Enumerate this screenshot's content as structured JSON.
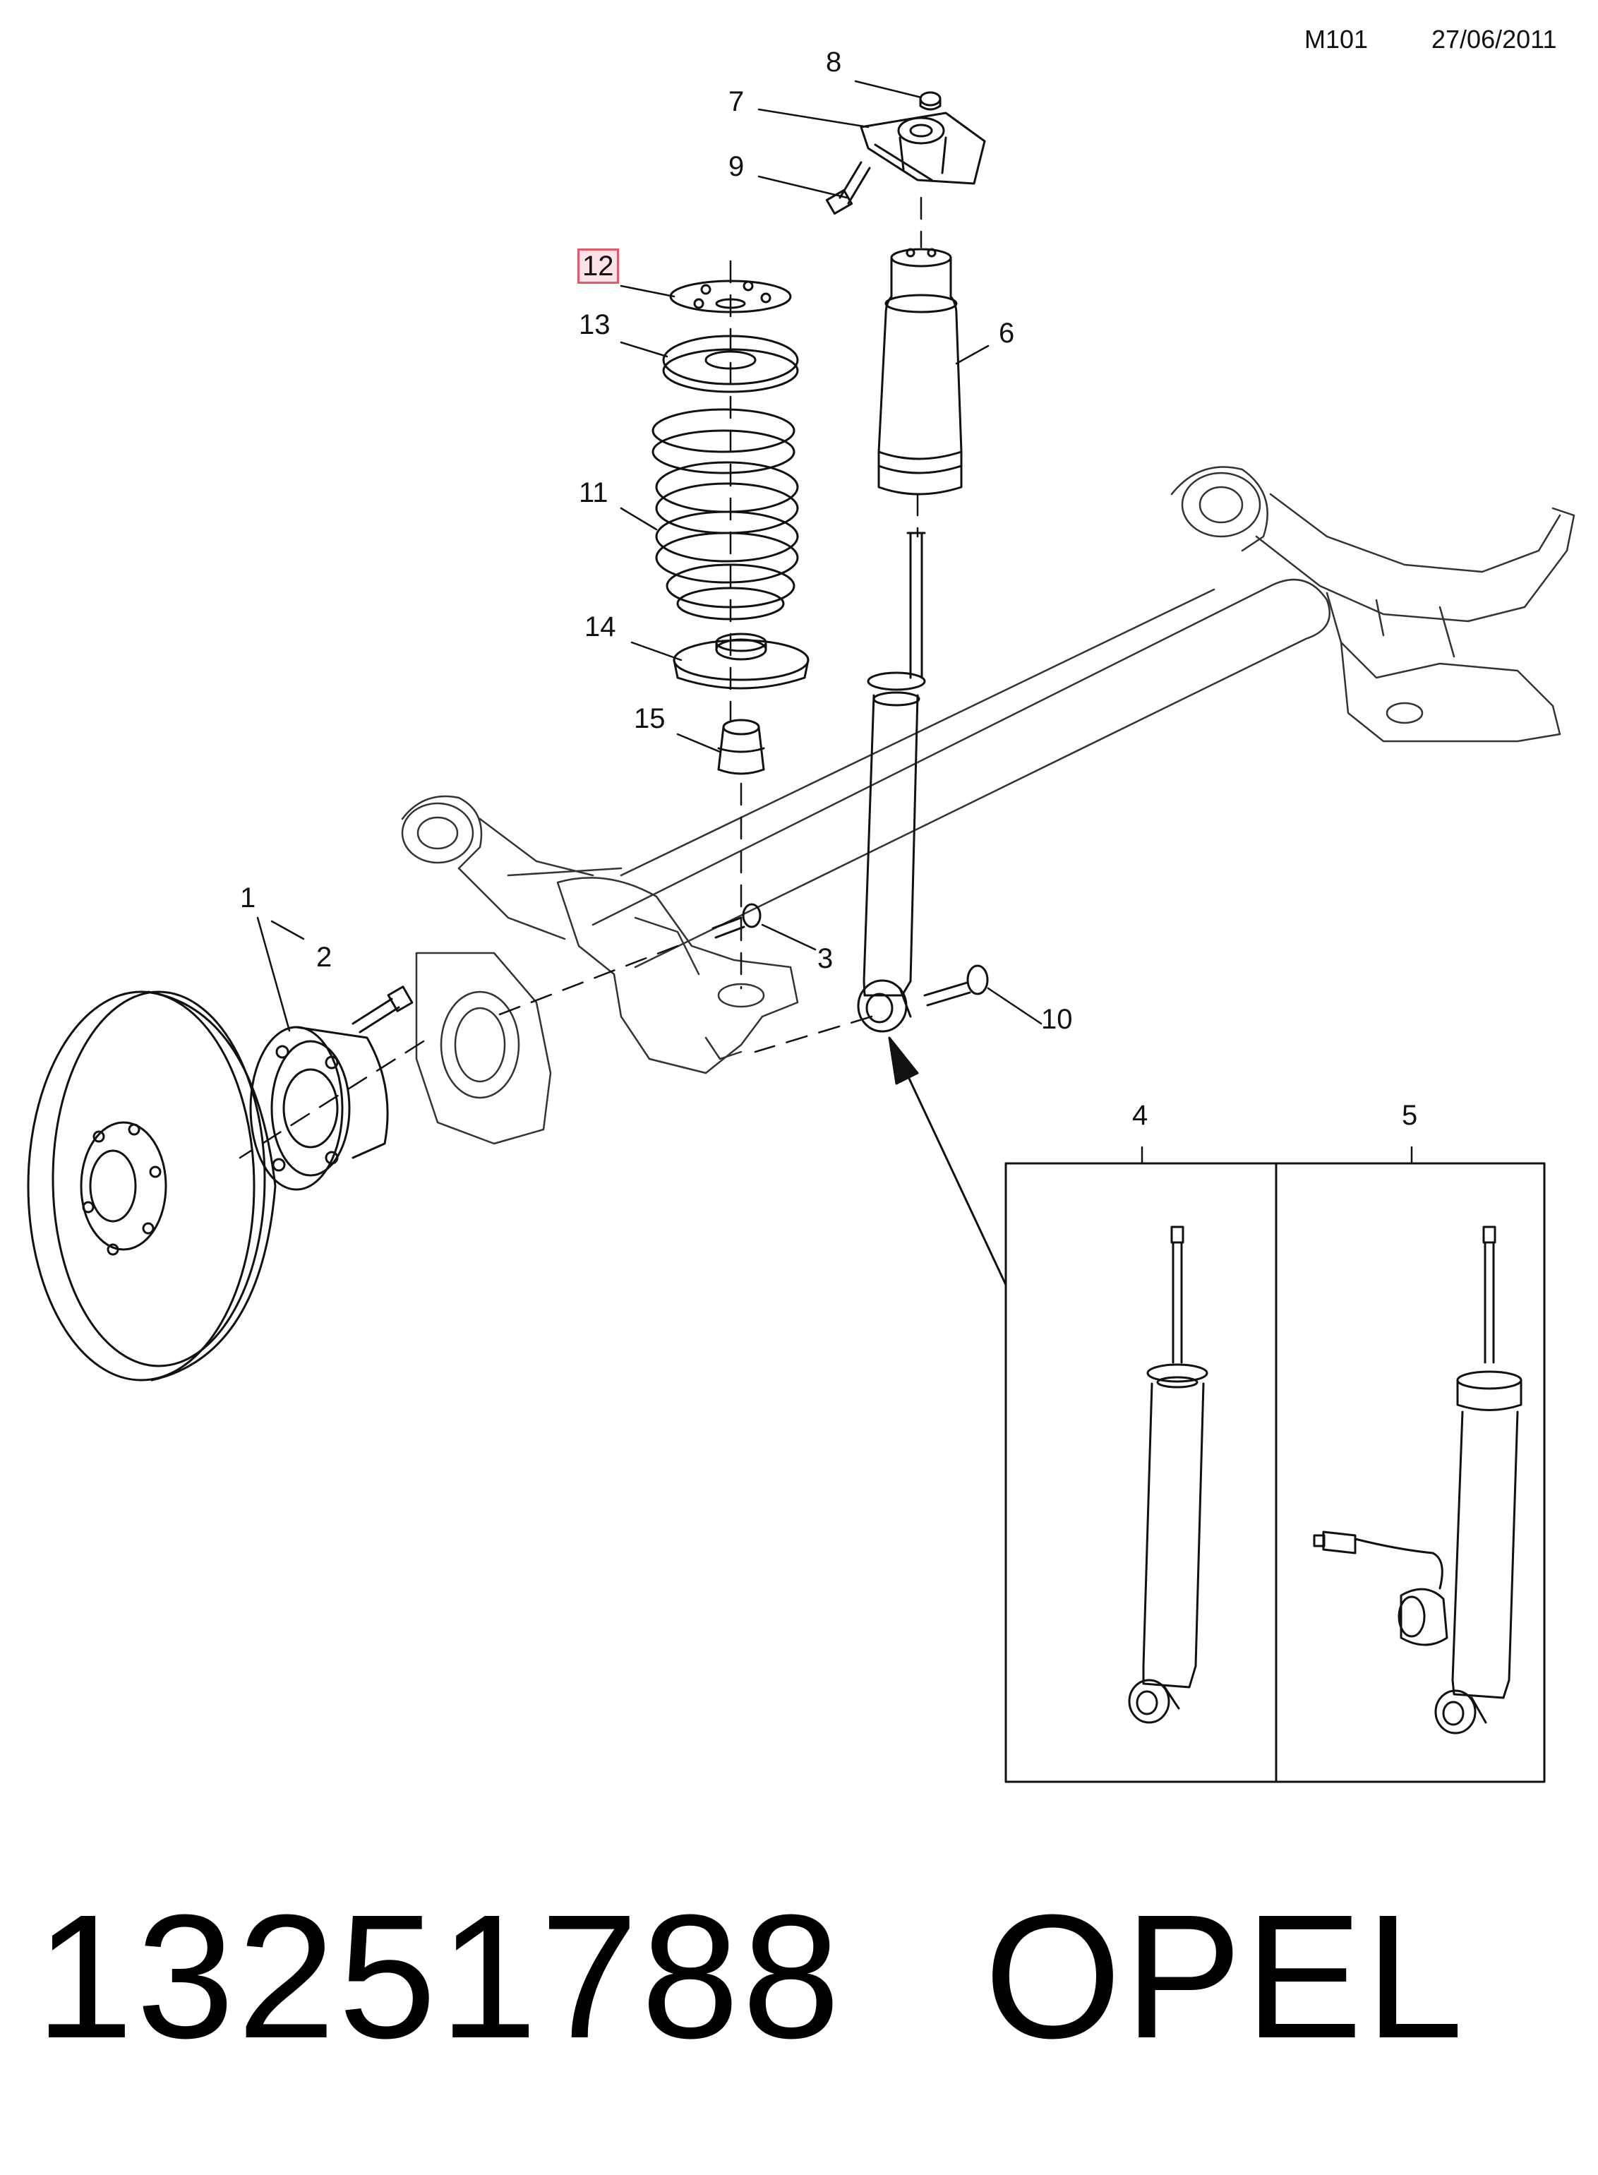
{
  "header": {
    "diagram_code": "M101",
    "date": "27/06/2011"
  },
  "callouts": [
    "1",
    "2",
    "3",
    "4",
    "5",
    "6",
    "7",
    "8",
    "9",
    "10",
    "11",
    "12",
    "13",
    "14",
    "15"
  ],
  "highlighted_callout": "12",
  "footer": {
    "part_number": "13251788",
    "brand": "OPEL"
  },
  "colors": {
    "highlight_border": "#e05a6a",
    "highlight_fill": "#fde3e6",
    "line": "#111111"
  }
}
